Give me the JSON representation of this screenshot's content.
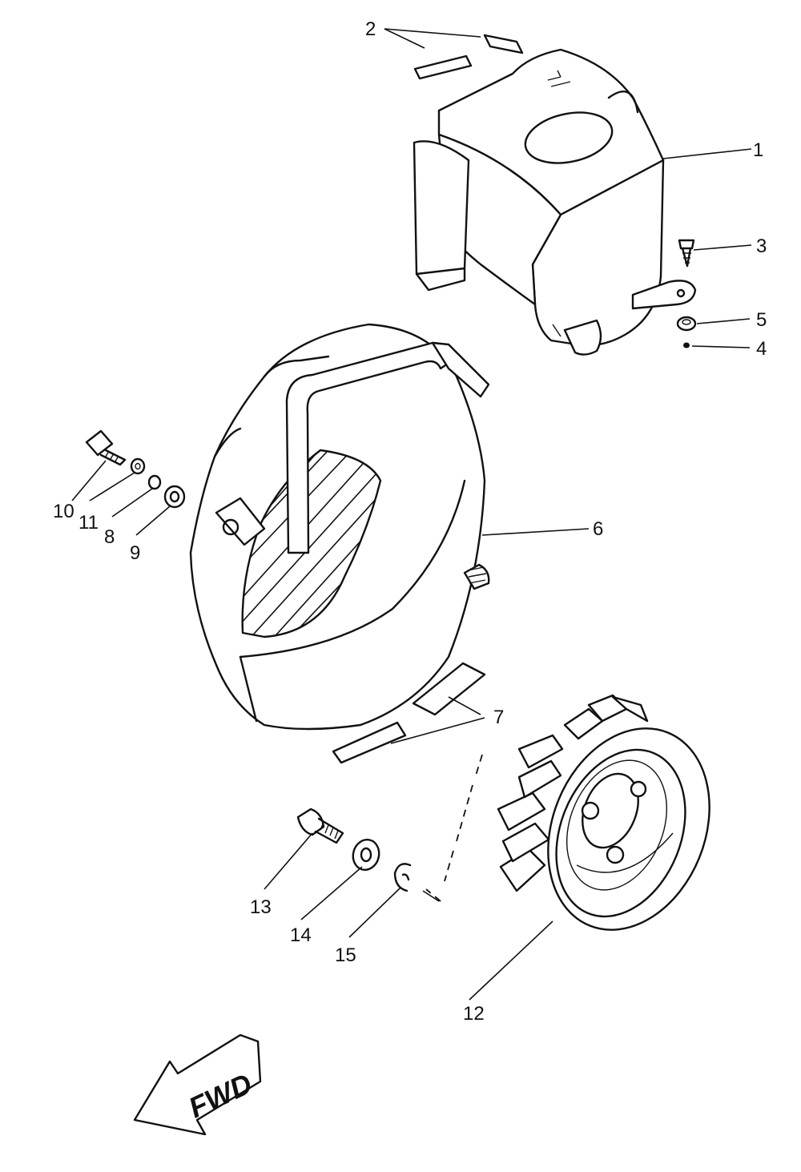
{
  "callouts": {
    "c1": "1",
    "c2": "2",
    "c3": "3",
    "c4": "4",
    "c5": "5",
    "c6": "6",
    "c7": "7",
    "c8": "8",
    "c9": "9",
    "c10": "10",
    "c11": "11",
    "c12": "12",
    "c13": "13",
    "c14": "14",
    "c15": "15"
  },
  "direction_arrow": {
    "label": "FWD"
  }
}
